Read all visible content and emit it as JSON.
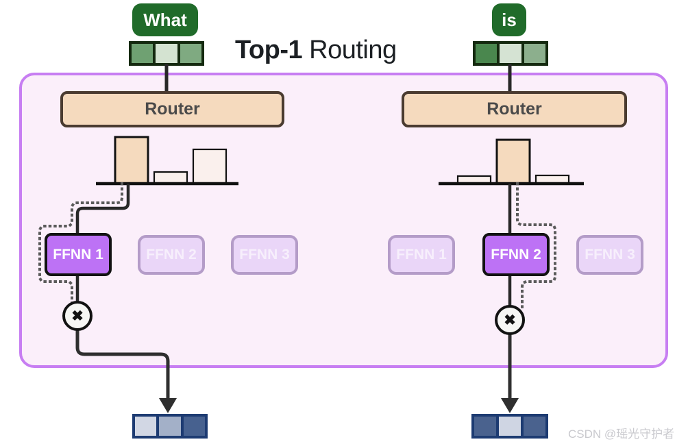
{
  "title": {
    "bold": "Top-1",
    "regular": " Routing"
  },
  "tokens": [
    {
      "label": "What",
      "cells": [
        "#6FA172",
        "#D4E3D1",
        "#7FAA81"
      ]
    },
    {
      "label": "is",
      "cells": [
        "#4A874E",
        "#D5E3D3",
        "#8CAF8D"
      ]
    }
  ],
  "routers": [
    {
      "label": "Router"
    },
    {
      "label": "Router"
    }
  ],
  "charts": [
    {
      "type": "bar",
      "bar_heights_rel": [
        1.0,
        0.25,
        0.74
      ],
      "selected_index": 0
    },
    {
      "type": "bar",
      "bar_heights_rel": [
        0.16,
        0.94,
        0.18
      ],
      "selected_index": 1
    }
  ],
  "experts": {
    "left": [
      {
        "label": "FFNN 1",
        "active": true
      },
      {
        "label": "FFNN 2",
        "active": false
      },
      {
        "label": "FFNN 3",
        "active": false
      }
    ],
    "right": [
      {
        "label": "FFNN 1",
        "active": false
      },
      {
        "label": "FFNN 2",
        "active": true
      },
      {
        "label": "FFNN 3",
        "active": false
      }
    ]
  },
  "multiply_symbol": "✖",
  "outputs": [
    {
      "cells": [
        "#D2D7E4",
        "#A3B0C8",
        "#47618F"
      ]
    },
    {
      "cells": [
        "#4A628E",
        "#CFD5E3",
        "#4A628E"
      ]
    }
  ],
  "watermark": "CSDN @瑶光守护者",
  "colors": {
    "token_label_green": "#206B2A",
    "embedding_border_green": "#14290F",
    "container_fill": "#FBEFFA",
    "container_border": "#C77EF2",
    "router_fill": "#F5DABE",
    "router_border": "#4A3B30",
    "bar_selected_fill": "#F5DABE",
    "bar_unselected_fill": "#FAF0ED",
    "bar_stroke": "#111111",
    "expert_active_fill": "#BD72F5",
    "expert_inactive_fill": "#EAD6F8",
    "expert_inactive_border": "#B49CC8",
    "output_border_navy": "#1D3B72",
    "connector_line": "#282828",
    "dotted_weight_line": "#5a5a5a"
  }
}
